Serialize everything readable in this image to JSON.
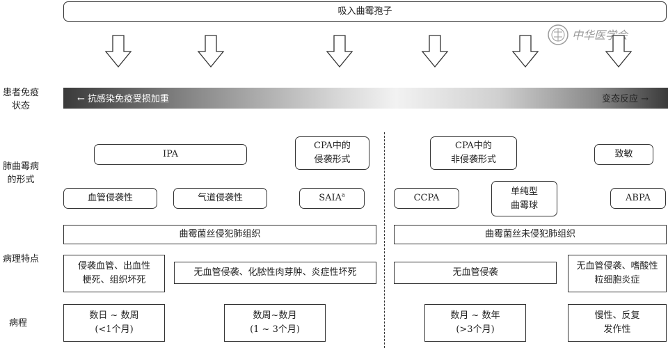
{
  "top": {
    "inhale": "吸入曲霉孢子"
  },
  "rows": {
    "immune": "患者免疫\n状态",
    "forms": "肺曲霉病\n的形式",
    "pathology": "病理特点",
    "course": "病程"
  },
  "gradient": {
    "left": "← 抗感染免疫受损加重",
    "right": "变态反应 →"
  },
  "forms": {
    "ipa": "IPA",
    "cpa_invasive": "CPA中的\n侵袭形式",
    "cpa_noninvasive": "CPA中的\n非侵袭形式",
    "sensitization": "致敏",
    "angioinvasive": "血管侵袭性",
    "airway_invasive": "气道侵袭性",
    "saia": "SAIA",
    "saia_sup": "a",
    "ccpa": "CCPA",
    "aspergilloma": "单纯型\n曲霉球",
    "abpa": "ABPA"
  },
  "invasion": {
    "left": "曲霉菌丝侵犯肺组织",
    "right": "曲霉菌丝未侵犯肺组织"
  },
  "pathology": {
    "vascular": "侵袭血管、出血性\n梗死、组织坏死",
    "nonvascular_necrosis": "无血管侵袭、化脓性肉芽肿、炎症性坏死",
    "no_vascular": "无血管侵袭",
    "eosinophilic": "无血管侵袭、嗜酸性\n粒细胞炎症"
  },
  "course": {
    "days_weeks": "数日 ~ 数周\n(<1个月)",
    "weeks_months": "数周~数月\n(1 ~ 3个月)",
    "months_years": "数月 ~ 数年\n(>3个月)",
    "chronic": "慢性、反复\n发作性"
  },
  "logo": {
    "text": "中华医学会"
  },
  "colors": {
    "line": "#333333",
    "gradient_dark": "#3a3a3a",
    "gradient_light": "#f2f2f2"
  }
}
